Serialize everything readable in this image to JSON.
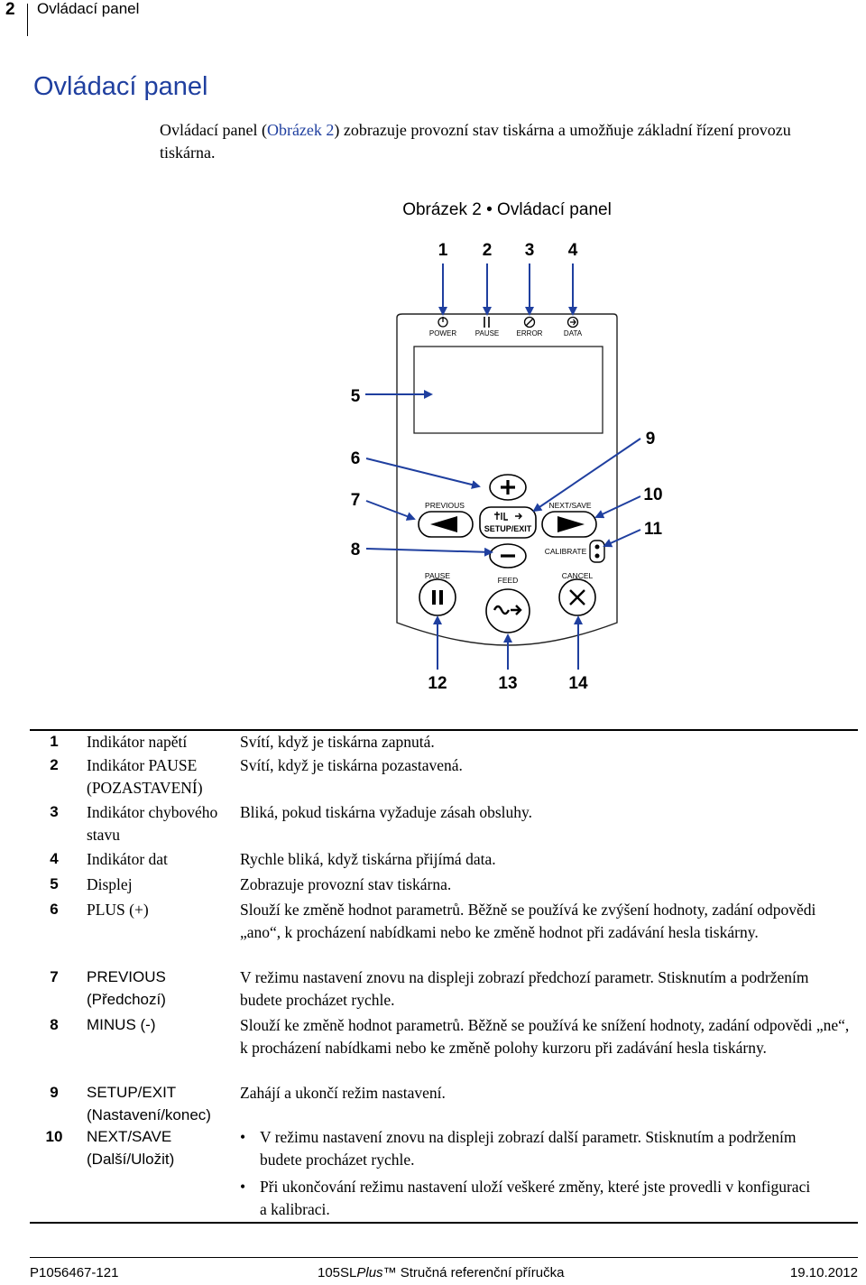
{
  "header": {
    "page_number": "2",
    "section": "Ovládací panel"
  },
  "title": "Ovládací panel",
  "intro": {
    "before": "Ovládací panel (",
    "link": "Obrázek 2",
    "after": ") zobrazuje provozní stav tiskárna a umožňuje základní řízení provozu tiskárna."
  },
  "figure": {
    "caption": "Obrázek 2 • Ovládací panel",
    "callouts": [
      "1",
      "2",
      "3",
      "4",
      "5",
      "6",
      "7",
      "8",
      "9",
      "10",
      "11",
      "12",
      "13",
      "14"
    ],
    "indicators": [
      "POWER",
      "PAUSE",
      "ERROR",
      "DATA"
    ],
    "buttons": {
      "previous": "PREVIOUS",
      "next_save": "NEXT/SAVE",
      "setup_exit": "SETUP/EXIT",
      "calibrate": "CALIBRATE",
      "pause": "PAUSE",
      "feed": "FEED",
      "cancel": "CANCEL"
    }
  },
  "table": [
    {
      "num": "1",
      "name": "Indikátor napětí",
      "desc": "Svítí, když je tiskárna zapnutá."
    },
    {
      "num": "2",
      "name": "Indikátor PAUSE (POZASTAVENÍ)",
      "desc": "Svítí, když je tiskárna pozastavená."
    },
    {
      "num": "3",
      "name": "Indikátor chybového stavu",
      "desc": "Bliká, pokud tiskárna vyžaduje zásah obsluhy."
    },
    {
      "num": "4",
      "name": "Indikátor dat",
      "desc": "Rychle bliká, když tiskárna přijímá data."
    },
    {
      "num": "5",
      "name": "Displej",
      "desc": "Zobrazuje provozní stav tiskárna."
    },
    {
      "num": "6",
      "name": "PLUS (+)",
      "desc": "Slouží ke změně hodnot parametrů. Běžně se používá ke zvýšení hodnoty, zadání odpovědi „ano“, k procházení nabídkami nebo ke změně hodnot při zadávání hesla tiskárny."
    },
    {
      "num": "7",
      "name": "PREVIOUS (Předchozí)",
      "desc": "V režimu nastavení znovu na displeji zobrazí předchozí parametr. Stisknutím a podržením budete procházet rychle."
    },
    {
      "num": "8",
      "name": "MINUS (-)",
      "desc": "Slouží ke změně hodnot parametrů. Běžně se používá ke snížení hodnoty, zadání odpovědi „ne“, k procházení nabídkami nebo ke změně polohy kurzoru při zadávání hesla tiskárny."
    },
    {
      "num": "9",
      "name": "SETUP/EXIT (Nastavení/konec)",
      "desc": "Zahájí a ukončí režim nastavení."
    },
    {
      "num": "10",
      "name": "NEXT/SAVE (Další/Uložit)",
      "bullets": [
        "V režimu nastavení znovu na displeji zobrazí další parametr. Stisknutím a podržením budete procházet rychle.",
        "Při ukončování režimu nastavení uloží veškeré změny, které jste provedli v konfiguraci a kalibraci."
      ]
    }
  ],
  "footer": {
    "doc_number": "P1056467-121",
    "product_pre": "105SL",
    "product_italic": "Plus",
    "product_post": "™ Stručná referenční příručka",
    "date": "19.10.2012"
  },
  "colors": {
    "heading": "#1f3f9f",
    "arrow": "#1f3f9f"
  }
}
